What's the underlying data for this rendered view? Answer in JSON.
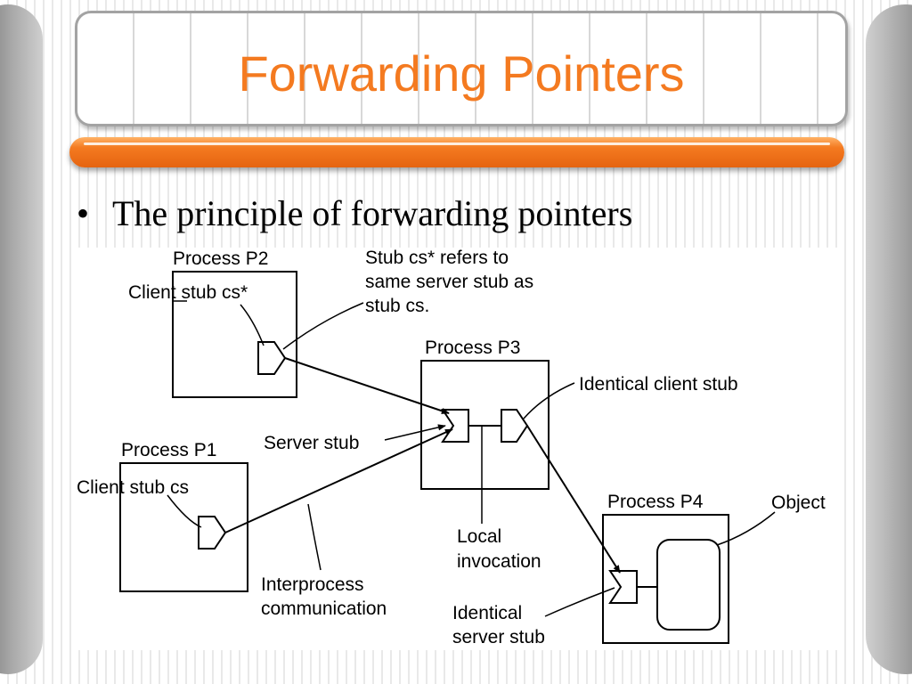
{
  "slide": {
    "title": "Forwarding Pointers",
    "bullet_symbol": "•",
    "bullet_text": "The principle of forwarding pointers",
    "colors": {
      "title": "#f47a20",
      "bar": "#f47a20",
      "side_bars": "#8c8c8c"
    }
  },
  "diagram": {
    "process_p2": "Process P2",
    "client_stub_cs_star": "Client stub cs*",
    "note_line1": "Stub cs* refers to",
    "note_line2": "same server stub as",
    "note_line3": "stub cs.",
    "process_p3": "Process P3",
    "identical_client_stub": "Identical client stub",
    "server_stub": "Server stub",
    "process_p1": "Process P1",
    "client_stub_cs": "Client stub cs",
    "process_p4": "Process P4",
    "object": "Object",
    "local": "Local",
    "invocation": "invocation",
    "interprocess": "Interprocess",
    "communication": "communication",
    "identical": "Identical",
    "server_stub_lower": "server stub"
  }
}
